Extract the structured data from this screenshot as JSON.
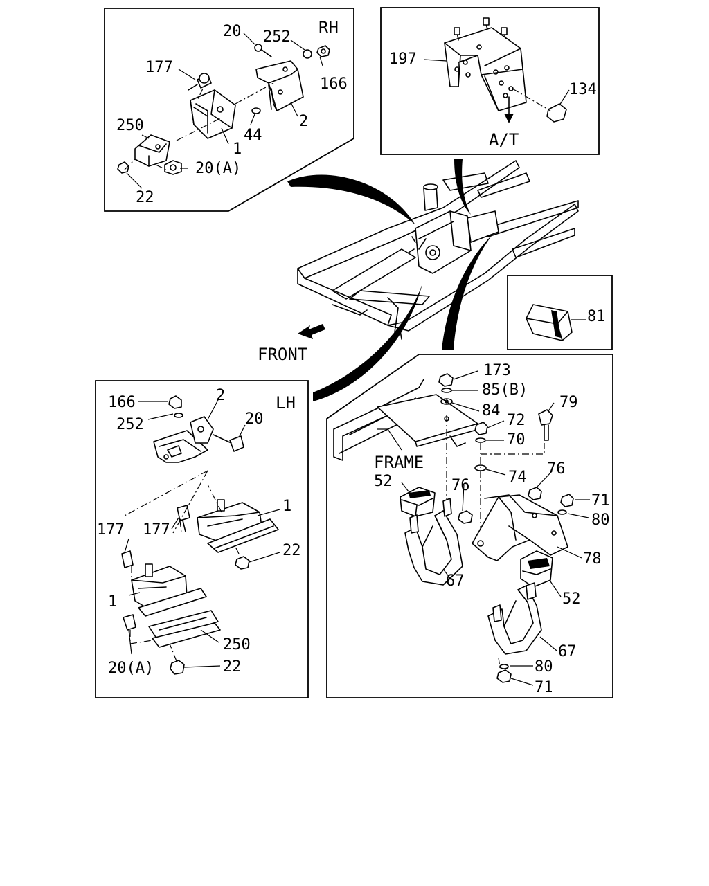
{
  "panels": {
    "rh": {
      "title": "RH",
      "callouts": [
        "20",
        "252",
        "177",
        "166",
        "250",
        "44",
        "2",
        "1",
        "20(A)",
        "22"
      ]
    },
    "at": {
      "title": "A/T",
      "callouts": [
        "197",
        "134"
      ]
    },
    "frame": {
      "front_label": "FRONT"
    },
    "detail81": {
      "callouts": [
        "81"
      ]
    },
    "lh": {
      "title": "LH",
      "callouts": [
        "166",
        "2",
        "252",
        "20",
        "1",
        "177",
        "177",
        "22",
        "1",
        "250",
        "20(A)",
        "22"
      ]
    },
    "rear": {
      "frame_label": "FRAME",
      "callouts": [
        "173",
        "85(B)",
        "84",
        "79",
        "72",
        "70",
        "74",
        "52",
        "76",
        "76",
        "71",
        "80",
        "78",
        "67",
        "52",
        "67",
        "80",
        "71"
      ]
    }
  }
}
